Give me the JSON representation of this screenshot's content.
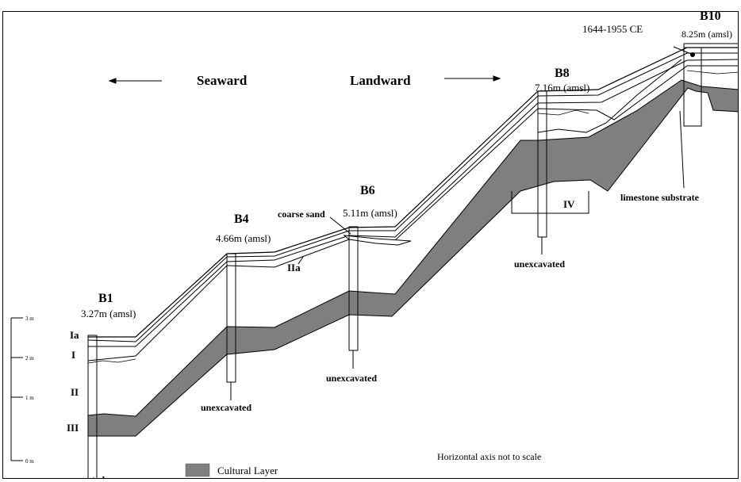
{
  "directions": {
    "seaward": "Seaward",
    "landward": "Landward"
  },
  "boreholes": [
    {
      "id": "B1",
      "elevation": "3.27m (amsl)"
    },
    {
      "id": "B4",
      "elevation": "4.66m (amsl)"
    },
    {
      "id": "B6",
      "elevation": "5.11m (amsl)"
    },
    {
      "id": "B8",
      "elevation": "7.16m (amsl)"
    },
    {
      "id": "B10",
      "elevation": "8.25m (amsl)"
    }
  ],
  "layers": {
    "Ia": "Ia",
    "I": "I",
    "II": "II",
    "III": "III",
    "IIa": "IIa",
    "IV": "IV"
  },
  "annotations": {
    "unexcavated": "unexcavated",
    "coarse_sand": "coarse sand",
    "limestone": "limestone substrate",
    "date": "1644-1955 CE",
    "scale_note": "Horizontal axis not to scale"
  },
  "vertical_scale": {
    "ticks": [
      "3 m",
      "2 m",
      "1 m",
      "0 m"
    ]
  },
  "legend": {
    "label": "Cultural Layer",
    "color": "#808080"
  }
}
